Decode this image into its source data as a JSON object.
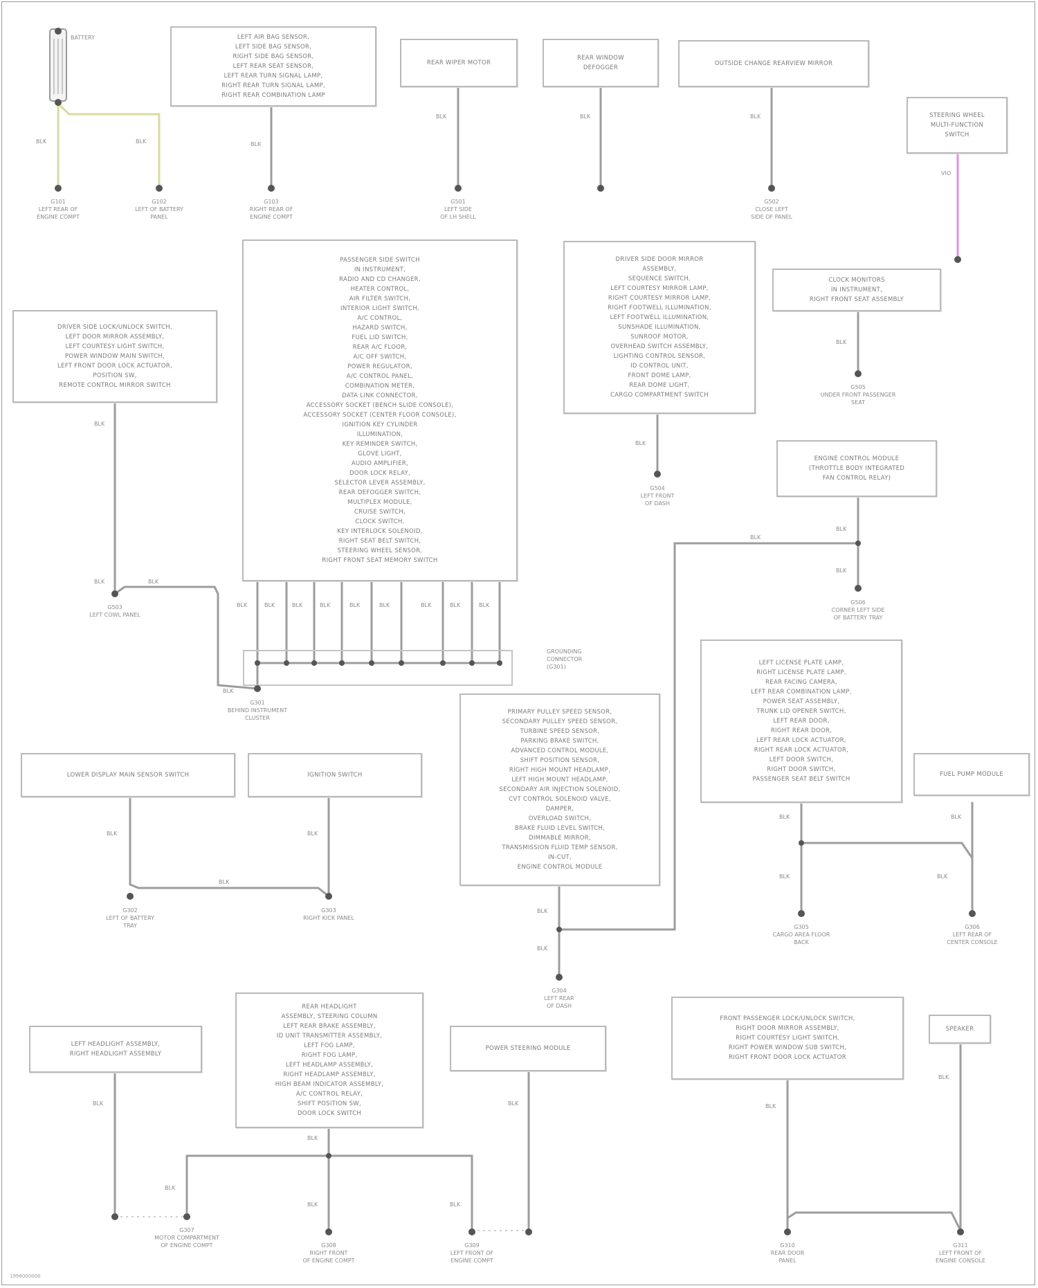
{
  "battery_label": "BATTERY",
  "boxes": {
    "b1": [
      "LEFT AIR BAG SENSOR,",
      "LEFT SIDE BAG SENSOR,",
      "RIGHT SIDE BAG SENSOR,",
      "LEFT REAR SEAT SENSOR,",
      "LEFT REAR TURN SIGNAL LAMP,",
      "RIGHT REAR TURN SIGNAL LAMP,",
      "RIGHT REAR COMBINATION LAMP"
    ],
    "b2": [
      "REAR WIPER MOTOR"
    ],
    "b3": [
      "REAR WINDOW",
      "DEFOGGER"
    ],
    "b4": [
      "OUTSIDE CHANGE REARVIEW MIRROR"
    ],
    "b5": [
      "STEERING WHEEL",
      "MULTI-FUNCTION",
      "SWITCH"
    ],
    "b6": [
      "DRIVER SIDE LOCK/UNLOCK SWITCH,",
      "LEFT DOOR MIRROR ASSEMBLY,",
      "LEFT COURTESY LIGHT SWITCH,",
      "POWER WINDOW MAIN SWITCH,",
      "LEFT FRONT DOOR LOCK ACTUATOR,",
      "POSITION SW,",
      "REMOTE CONTROL MIRROR SWITCH"
    ],
    "b7": [
      "PASSENGER SIDE SWITCH",
      "IN INSTRUMENT,",
      "RADIO AND CD CHANGER,",
      "HEATER CONTROL,",
      "AIR FILTER SWITCH,",
      "INTERIOR LIGHT SWITCH,",
      "A/C CONTROL,",
      "HAZARD SWITCH,",
      "FUEL LID SWITCH,",
      "REAR A/C FLOOR,",
      "A/C OFF SWITCH,",
      "POWER REGULATOR,",
      "A/C CONTROL PANEL,",
      "COMBINATION METER,",
      "DATA LINK CONNECTOR,",
      "ACCESSORY SOCKET (BENCH SLIDE CONSOLE),",
      "ACCESSORY SOCKET (CENTER FLOOR CONSOLE),",
      "IGNITION KEY CYLINDER",
      "ILLUMINATION,",
      "KEY REMINDER SWITCH,",
      "GLOVE LIGHT,",
      "AUDIO AMPLIFIER,",
      "DOOR LOCK RELAY,",
      "SELECTOR LEVER ASSEMBLY,",
      "REAR DEFOGGER SWITCH,",
      "MULTIPLEX MODULE,",
      "CRUISE SWITCH,",
      "CLOCK SWITCH,",
      "KEY INTERLOCK SOLENOID,",
      "RIGHT SEAT BELT SWITCH,",
      "STEERING WHEEL SENSOR,",
      "RIGHT FRONT SEAT MEMORY SWITCH"
    ],
    "b8": [
      "DRIVER SIDE DOOR MIRROR",
      "ASSEMBLY,",
      "SEQUENCE SWITCH,",
      "LEFT COURTESY MIRROR LAMP,",
      "RIGHT COURTESY MIRROR LAMP,",
      "RIGHT FOOTWELL ILLUMINATION,",
      "LEFT FOOTWELL ILLUMINATION,",
      "SUNSHADE ILLUMINATION,",
      "SUNROOF MOTOR,",
      "OVERHEAD SWITCH ASSEMBLY,",
      "LIGHTING CONTROL SENSOR,",
      "ID CONTROL UNIT,",
      "FRONT DOME LAMP,",
      "REAR DOME LIGHT,",
      "CARGO COMPARTMENT SWITCH"
    ],
    "b9": [
      "CLOCK MONITORS",
      "IN INSTRUMENT,",
      "RIGHT FRONT SEAT ASSEMBLY"
    ],
    "b10": [
      "ENGINE CONTROL MODULE",
      "(THROTTLE BODY INTEGRATED",
      "FAN CONTROL RELAY)"
    ],
    "b11": [
      "LOWER DISPLAY MAIN SENSOR SWITCH"
    ],
    "b12": [
      "IGNITION SWITCH"
    ],
    "b13": [
      "PRIMARY PULLEY SPEED SENSOR,",
      "SECONDARY PULLEY SPEED SENSOR,",
      "TURBINE SPEED SENSOR,",
      "PARKING BRAKE SWITCH,",
      "ADVANCED CONTROL MODULE,",
      "SHIFT POSITION SENSOR,",
      "RIGHT HIGH MOUNT HEADLAMP,",
      "LEFT HIGH MOUNT HEADLAMP,",
      "SECONDARY AIR INJECTION SOLENOID,",
      "CVT CONTROL SOLENOID VALVE,",
      "DAMPER,",
      "OVERLOAD SWITCH,",
      "BRAKE FLUID LEVEL SWITCH,",
      "DIMMABLE MIRROR,",
      "TRANSMISSION FLUID TEMP SENSOR,",
      "IN-CUT,",
      "ENGINE CONTROL MODULE"
    ],
    "b14": [
      "LEFT LICENSE PLATE LAMP,",
      "RIGHT LICENSE PLATE LAMP,",
      "REAR FACING CAMERA,",
      "LEFT REAR COMBINATION LAMP,",
      "POWER SEAT ASSEMBLY,",
      "TRUNK LID OPENER SWITCH,",
      "LEFT REAR DOOR,",
      "RIGHT REAR DOOR,",
      "LEFT REAR LOCK ACTUATOR,",
      "RIGHT REAR LOCK ACTUATOR,",
      "LEFT DOOR SWITCH,",
      "RIGHT DOOR SWITCH,",
      "PASSENGER SEAT BELT SWITCH"
    ],
    "b15": [
      "FUEL PUMP MODULE"
    ],
    "b16": [
      "LEFT HEADLIGHT ASSEMBLY,",
      "RIGHT HEADLIGHT ASSEMBLY"
    ],
    "b17": [
      "REAR HEADLIGHT",
      "ASSEMBLY, STEERING COLUMN",
      "LEFT REAR BRAKE ASSEMBLY,",
      "ID UNIT TRANSMITTER ASSEMBLY,",
      "LEFT FOG LAMP,",
      "RIGHT FOG LAMP,",
      "LEFT HEADLAMP ASSEMBLY,",
      "RIGHT HEADLAMP ASSEMBLY,",
      "HIGH BEAM INDICATOR ASSEMBLY,",
      "A/C CONTROL RELAY,",
      "SHIFT POSITION SW,",
      "DOOR LOCK SWITCH"
    ],
    "b18": [
      "POWER STEERING MODULE"
    ],
    "b19": [
      "FRONT PASSENGER LOCK/UNLOCK SWITCH,",
      "RIGHT DOOR MIRROR ASSEMBLY,",
      "RIGHT COURTESY LIGHT SWITCH,",
      "RIGHT POWER WINDOW SUB SWITCH,",
      "RIGHT FRONT DOOR LOCK ACTUATOR"
    ],
    "b20": [
      "SPEAKER"
    ]
  },
  "grounds": {
    "g1": [
      "G101",
      "LEFT REAR OF",
      "ENGINE COMPT"
    ],
    "g2": [
      "G102",
      "LEFT OF BATTERY",
      "PANEL"
    ],
    "g3": [
      "G103",
      "RIGHT REAR OF",
      "ENGINE COMPT"
    ],
    "g4": [
      "G501",
      "LEFT SIDE",
      "OF LH SHELL"
    ],
    "g5": [
      "G502",
      "CLOSE LEFT",
      "SIDE OF PANEL"
    ],
    "g6": [
      "G503",
      "LEFT COWL PANEL"
    ],
    "g7": [
      "G504",
      "LEFT FRONT",
      "OF DASH"
    ],
    "g8": [
      "G505",
      "UNDER FRONT PASSENGER",
      "SEAT"
    ],
    "g9": [
      "G506",
      "CORNER LEFT SIDE",
      "OF BATTERY TRAY"
    ],
    "g10": [
      "G301",
      "BEHIND INSTRUMENT",
      "CLUSTER"
    ],
    "g11": [
      "G302",
      "LEFT OF BATTERY",
      "TRAY"
    ],
    "g12": [
      "G303",
      "RIGHT KICK PANEL"
    ],
    "g13": [
      "G304",
      "LEFT REAR",
      "OF DASH"
    ],
    "g14": [
      "G305",
      "CARGO AREA FLOOR",
      "BACK"
    ],
    "g15": [
      "G306",
      "LEFT REAR OF",
      "CENTER CONSOLE"
    ],
    "g16": [
      "G307",
      "MOTOR COMPARTMENT",
      "OF ENGINE COMPT"
    ],
    "g17": [
      "G308",
      "RIGHT FRONT",
      "OF ENGINE COMPT"
    ],
    "g18": [
      "G309",
      "LEFT FRONT OF",
      "ENGINE COMPT"
    ],
    "g19": [
      "G310",
      "REAR DOOR",
      "PANEL"
    ],
    "g20": [
      "G311",
      "LEFT FRONT OF",
      "ENGINE CONSOLE"
    ]
  },
  "wire_labels": {
    "w1": "BLK",
    "w2": "BLK",
    "w3": "BLK",
    "w4": "BLK",
    "w5": "BLK",
    "w6": "BLK",
    "w7": "VIO",
    "w8": "BLK",
    "w9": "BLK",
    "w10": "BLK",
    "w11": "BLK",
    "w12": "BLK",
    "w13": "BLK",
    "w14": "BLK",
    "w15": "BLK",
    "w16": "BLK",
    "w17": "BLK",
    "w18": "BLK",
    "w19": "BLK",
    "w20": "BLK",
    "w21": "BLK",
    "w22": "BLK",
    "w23": "BLK",
    "w24": "BLK",
    "w25": "BLK",
    "w26": "BLK",
    "w27": "BLK",
    "w28": "BLK",
    "w29": "BLK",
    "w30": "BLK",
    "w31": "BLK",
    "w32": "BLK",
    "w33": "BLK",
    "w34": "BLK",
    "w35": "BLK",
    "w36": "BLK",
    "w37": "BLK",
    "w38": "BLK",
    "w39": "BLK",
    "w40": "BLK",
    "w41": "BLK",
    "w42": "BLK"
  },
  "gl_labels": [
    "G301",
    "BEHIND INSTRUMENT",
    "CLUSTER"
  ],
  "connector_label": [
    "GROUNDING",
    "CONNECTOR",
    "(G301)"
  ],
  "footer_code": "1998000000"
}
